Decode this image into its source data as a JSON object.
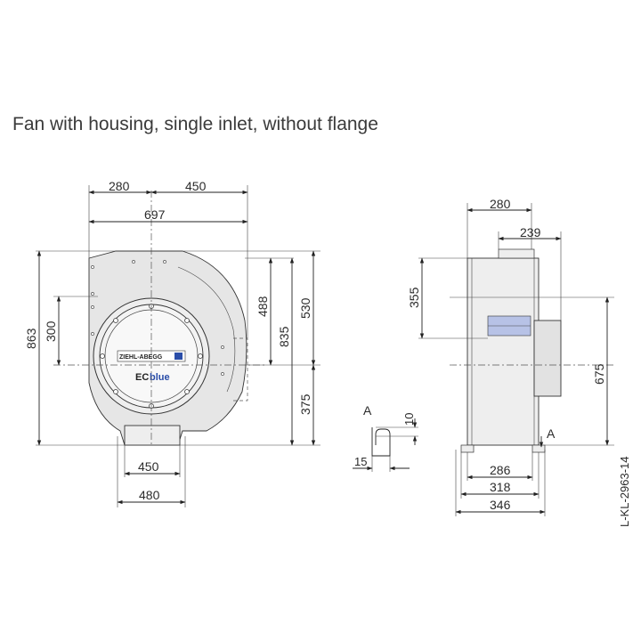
{
  "title": "Fan with housing, single inlet, without flange",
  "drawing_id": "L-KL-2963-14",
  "front_view": {
    "dims": {
      "top_left": "280",
      "top_right": "450",
      "overall_width": "697",
      "overall_height": "863",
      "inlet_offset": "300",
      "upper_height_488": "488",
      "height_835": "835",
      "upper_height_530": "530",
      "lower_height": "375",
      "base_inner": "450",
      "base_outer": "480"
    },
    "brand_text": "ZIEHL-ABEGG",
    "product_text_1": "EC",
    "product_text_2": "blue"
  },
  "detail": {
    "label": "A",
    "dim_10": "10",
    "dim_15": "15"
  },
  "side_view": {
    "dims": {
      "top_280": "280",
      "top_239": "239",
      "upper_355": "355",
      "height_675": "675",
      "base_286": "286",
      "base_318": "318",
      "base_346": "346"
    },
    "section_label": "A"
  },
  "colors": {
    "line": "#222222",
    "housing_fill": "#e6e6e6",
    "motor_band": "#b7c2e6",
    "logo_blue": "#2a4da8"
  }
}
